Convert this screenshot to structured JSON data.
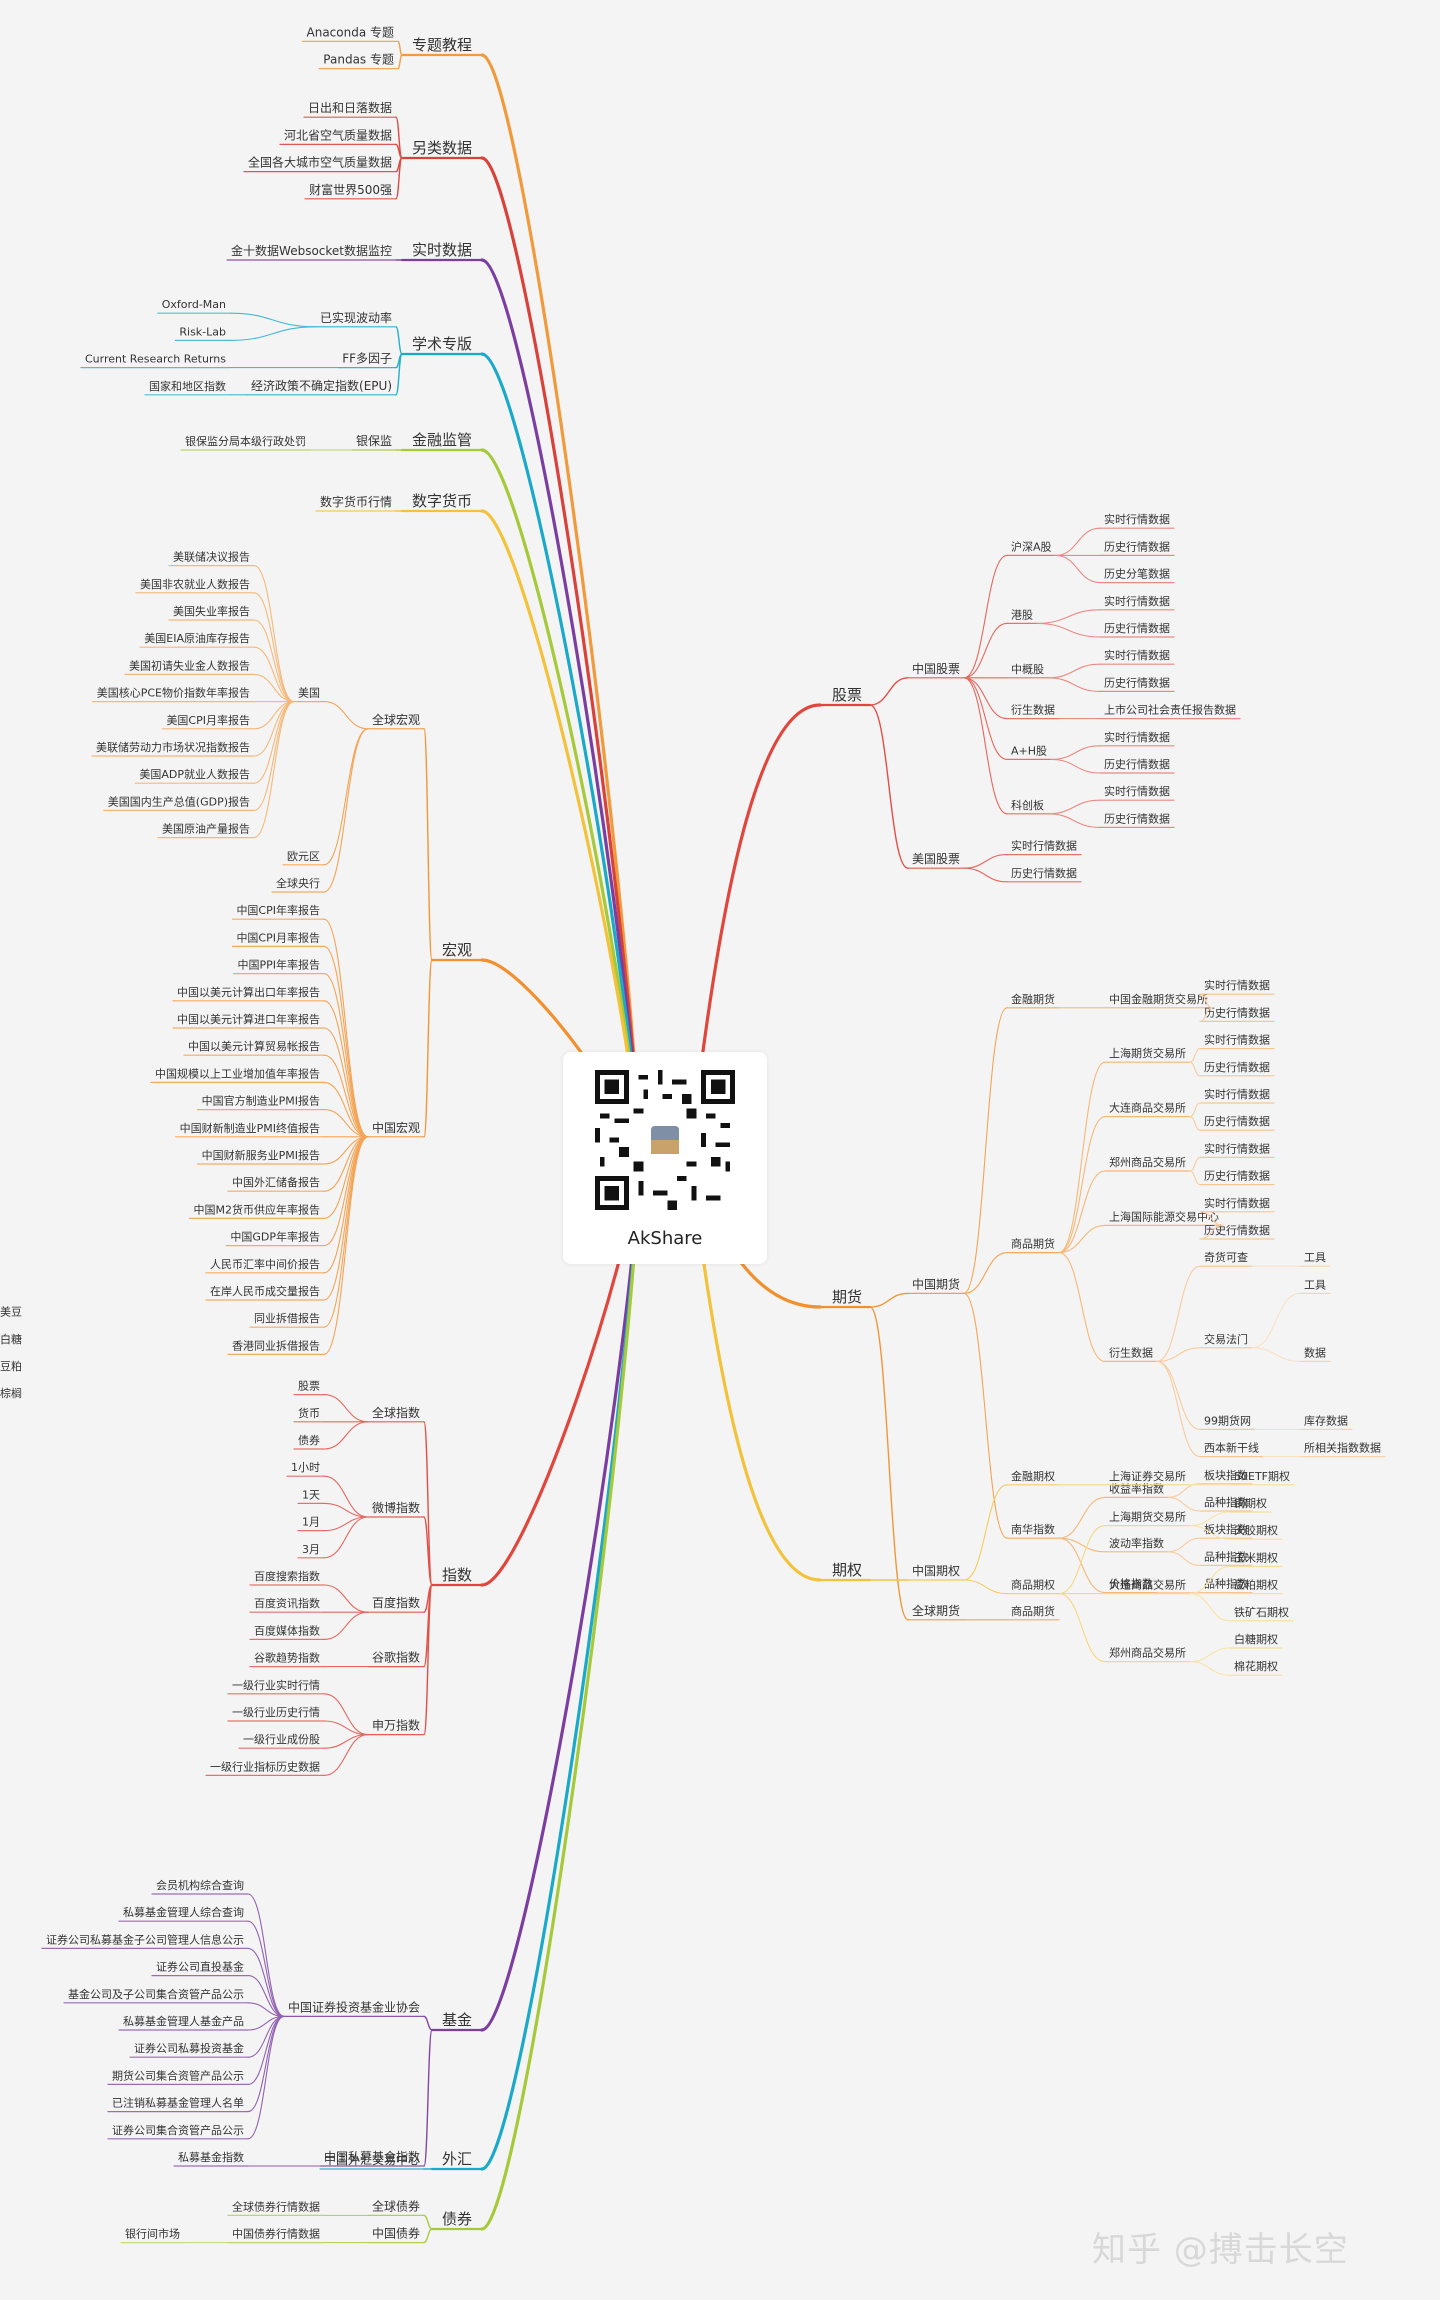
{
  "center": {
    "title": "AkShare"
  },
  "watermark": "知乎 @搏击长空",
  "colors": {
    "zt": "#f19a3c",
    "ll": "#d9413b",
    "ss": "#7b3ea0",
    "xs": "#1aa9c9",
    "jr": "#a6c93a",
    "sz": "#f2c23a",
    "hg": "#f0902e",
    "zs": "#e0463c",
    "jj": "#7b3ea0",
    "wh": "#1aa9c9",
    "zq": "#a6c93a",
    "gp": "#e0463c",
    "qh": "#f0902e",
    "qq": "#f2c23a"
  },
  "branches": [
    {
      "label": "专题教程",
      "children": [
        {
          "label": "Anaconda 专题"
        },
        {
          "label": "Pandas 专题"
        }
      ]
    },
    {
      "label": "另类数据",
      "children": [
        {
          "label": "日出和日落数据"
        },
        {
          "label": "河北省空气质量数据"
        },
        {
          "label": "全国各大城市空气质量数据"
        },
        {
          "label": "财富世界500强"
        }
      ]
    },
    {
      "label": "实时数据",
      "children": [
        {
          "label": "金十数据Websocket数据监控"
        }
      ]
    },
    {
      "label": "学术专版",
      "children": [
        {
          "label": "已实现波动率",
          "children": [
            {
              "label": "Oxford-Man"
            },
            {
              "label": "Risk-Lab"
            }
          ]
        },
        {
          "label": "FF多因子",
          "children": [
            {
              "label": "Current Research Returns"
            }
          ]
        },
        {
          "label": "经济政策不确定指数(EPU)",
          "children": [
            {
              "label": "国家和地区指数"
            }
          ]
        }
      ]
    },
    {
      "label": "金融监管",
      "children": [
        {
          "label": "银保监",
          "children": [
            {
              "label": "银保监分局本级行政处罚"
            }
          ]
        }
      ]
    },
    {
      "label": "数字货币",
      "children": [
        {
          "label": "数字货币行情"
        }
      ]
    },
    {
      "label": "宏观",
      "children": [
        {
          "label": "全球宏观",
          "children": [
            {
              "label": "美国",
              "children": [
                {
                  "label": "美联储决议报告"
                },
                {
                  "label": "美国非农就业人数报告"
                },
                {
                  "label": "美国失业率报告"
                },
                {
                  "label": "美国EIA原油库存报告"
                },
                {
                  "label": "美国初请失业金人数报告"
                },
                {
                  "label": "美国核心PCE物价指数年率报告"
                },
                {
                  "label": "美国CPI月率报告"
                },
                {
                  "label": "美联储劳动力市场状况指数报告"
                },
                {
                  "label": "美国ADP就业人数报告"
                },
                {
                  "label": "美国国内生产总值(GDP)报告"
                },
                {
                  "label": "美国原油产量报告"
                }
              ]
            },
            {
              "label": "欧元区"
            },
            {
              "label": "全球央行"
            }
          ]
        },
        {
          "label": "中国宏观",
          "children": [
            {
              "label": "中国CPI年率报告"
            },
            {
              "label": "中国CPI月率报告"
            },
            {
              "label": "中国PPI年率报告"
            },
            {
              "label": "中国以美元计算出口年率报告"
            },
            {
              "label": "中国以美元计算进口年率报告"
            },
            {
              "label": "中国以美元计算贸易帐报告"
            },
            {
              "label": "中国规模以上工业增加值年率报告"
            },
            {
              "label": "中国官方制造业PMI报告"
            },
            {
              "label": "中国财新制造业PMI终值报告"
            },
            {
              "label": "中国财新服务业PMI报告"
            },
            {
              "label": "中国外汇储备报告"
            },
            {
              "label": "中国M2货币供应年率报告"
            },
            {
              "label": "中国GDP年率报告"
            },
            {
              "label": "人民币汇率中间价报告"
            },
            {
              "label": "在岸人民币成交量报告"
            },
            {
              "label": "同业拆借报告"
            },
            {
              "label": "香港同业拆借报告"
            }
          ]
        }
      ]
    },
    {
      "label": "指数",
      "children": [
        {
          "label": "全球指数",
          "children": [
            {
              "label": "股票"
            },
            {
              "label": "货币"
            },
            {
              "label": "债券"
            }
          ]
        },
        {
          "label": "微博指数",
          "children": [
            {
              "label": "1小时"
            },
            {
              "label": "1天"
            },
            {
              "label": "1月"
            },
            {
              "label": "3月"
            }
          ]
        },
        {
          "label": "百度指数",
          "children": [
            {
              "label": "百度搜索指数"
            },
            {
              "label": "百度资讯指数"
            },
            {
              "label": "百度媒体指数"
            }
          ]
        },
        {
          "label": "谷歌指数",
          "children": [
            {
              "label": "谷歌趋势指数"
            }
          ]
        },
        {
          "label": "申万指数",
          "children": [
            {
              "label": "一级行业实时行情"
            },
            {
              "label": "一级行业历史行情"
            },
            {
              "label": "一级行业成份股"
            },
            {
              "label": "一级行业指标历史数据"
            }
          ]
        }
      ]
    },
    {
      "label": "基金",
      "children": [
        {
          "label": "中国证券投资基金业协会",
          "children": [
            {
              "label": "会员机构综合查询"
            },
            {
              "label": "私募基金管理人综合查询"
            },
            {
              "label": "证券公司私募基金子公司管理人信息公示"
            },
            {
              "label": "证券公司直投基金"
            },
            {
              "label": "基金公司及子公司集合资管产品公示"
            },
            {
              "label": "私募基金管理人基金产品"
            },
            {
              "label": "证券公司私募投资基金"
            },
            {
              "label": "期货公司集合资管产品公示"
            },
            {
              "label": "已注销私募基金管理人名单"
            },
            {
              "label": "证券公司集合资管产品公示"
            }
          ]
        },
        {
          "label": "中国私募基金指数",
          "children": [
            {
              "label": "私募基金指数"
            }
          ]
        }
      ]
    },
    {
      "label": "外汇",
      "children": [
        {
          "label": "中国外汇交易中心"
        }
      ]
    },
    {
      "label": "债券",
      "children": [
        {
          "label": "全球债券",
          "children": [
            {
              "label": "全球债券行情数据"
            }
          ]
        },
        {
          "label": "中国债券",
          "children": [
            {
              "label": "中国债券行情数据",
              "children": [
                {
                  "label": "银行间市场"
                }
              ]
            }
          ]
        }
      ]
    },
    {
      "label": "股票",
      "children": [
        {
          "label": "中国股票",
          "children": [
            {
              "label": "沪深A股",
              "children": [
                {
                  "label": "实时行情数据"
                },
                {
                  "label": "历史行情数据"
                },
                {
                  "label": "历史分笔数据"
                }
              ]
            },
            {
              "label": "港股",
              "children": [
                {
                  "label": "实时行情数据"
                },
                {
                  "label": "历史行情数据"
                }
              ]
            },
            {
              "label": "中概股",
              "children": [
                {
                  "label": "实时行情数据"
                },
                {
                  "label": "历史行情数据"
                }
              ]
            },
            {
              "label": "衍生数据",
              "children": [
                {
                  "label": "上市公司社会责任报告数据"
                }
              ]
            },
            {
              "label": "A+H股",
              "children": [
                {
                  "label": "实时行情数据"
                },
                {
                  "label": "历史行情数据"
                }
              ]
            },
            {
              "label": "科创板",
              "children": [
                {
                  "label": "实时行情数据"
                },
                {
                  "label": "历史行情数据"
                }
              ]
            }
          ]
        },
        {
          "label": "美国股票",
          "children": [
            {
              "label": "实时行情数据"
            },
            {
              "label": "历史行情数据"
            }
          ]
        }
      ]
    },
    {
      "label": "期货",
      "children": [
        {
          "label": "中国期货",
          "children": [
            {
              "label": "金融期货",
              "children": [
                {
                  "label": "中国金融期货交易所",
                  "children": [
                    {
                      "label": "实时行情数据"
                    },
                    {
                      "label": "历史行情数据"
                    }
                  ]
                }
              ]
            },
            {
              "label": "商品期货",
              "children": [
                {
                  "label": "上海期货交易所",
                  "children": [
                    {
                      "label": "实时行情数据"
                    },
                    {
                      "label": "历史行情数据"
                    }
                  ]
                },
                {
                  "label": "大连商品交易所",
                  "children": [
                    {
                      "label": "实时行情数据"
                    },
                    {
                      "label": "历史行情数据"
                    }
                  ]
                },
                {
                  "label": "郑州商品交易所",
                  "children": [
                    {
                      "label": "实时行情数据"
                    },
                    {
                      "label": "历史行情数据"
                    }
                  ]
                },
                {
                  "label": "上海国际能源交易中心",
                  "children": [
                    {
                      "label": "实时行情数据"
                    },
                    {
                      "label": "历史行情数据"
                    }
                  ]
                },
                {
                  "label": "衍生数据",
                  "children": [
                    {
                      "label": "奇货可查",
                      "children": [
                        {
                          "label": "工具"
                        }
                      ]
                    },
                    {
                      "label": "交易法门",
                      "children": [
                        {
                          "label": "工具"
                        },
                        {
                          "label": "数据",
                          "children": [
                            {
                              "label": "美豆"
                            },
                            {
                              "label": "白糖"
                            },
                            {
                              "label": "豆粕"
                            },
                            {
                              "label": "棕榈"
                            }
                          ]
                        }
                      ]
                    },
                    {
                      "label": "99期货网",
                      "children": [
                        {
                          "label": "库存数据"
                        }
                      ]
                    },
                    {
                      "label": "西本新干线",
                      "children": [
                        {
                          "label": "所相关指数数据"
                        }
                      ]
                    }
                  ]
                }
              ]
            },
            {
              "label": "南华指数",
              "children": [
                {
                  "label": "收益率指数",
                  "children": [
                    {
                      "label": "板块指数"
                    },
                    {
                      "label": "品种指数"
                    }
                  ]
                },
                {
                  "label": "波动率指数",
                  "children": [
                    {
                      "label": "板块指数"
                    },
                    {
                      "label": "品种指数"
                    }
                  ]
                },
                {
                  "label": "价格指数",
                  "children": [
                    {
                      "label": "品种指数"
                    }
                  ]
                }
              ]
            }
          ]
        },
        {
          "label": "全球期货",
          "children": [
            {
              "label": "商品期货"
            }
          ]
        }
      ]
    },
    {
      "label": "期权",
      "children": [
        {
          "label": "中国期权",
          "children": [
            {
              "label": "金融期权",
              "children": [
                {
                  "label": "上海证券交易所",
                  "children": [
                    {
                      "label": "50ETF期权"
                    }
                  ]
                }
              ]
            },
            {
              "label": "商品期权",
              "children": [
                {
                  "label": "上海期货交易所",
                  "children": [
                    {
                      "label": "铜期权"
                    },
                    {
                      "label": "天胶期权"
                    }
                  ]
                },
                {
                  "label": "大连商品交易所",
                  "children": [
                    {
                      "label": "玉米期权"
                    },
                    {
                      "label": "豆粕期权"
                    },
                    {
                      "label": "铁矿石期权"
                    }
                  ]
                },
                {
                  "label": "郑州商品交易所",
                  "children": [
                    {
                      "label": "白糖期权"
                    },
                    {
                      "label": "棉花期权"
                    }
                  ]
                }
              ]
            }
          ]
        }
      ]
    }
  ]
}
